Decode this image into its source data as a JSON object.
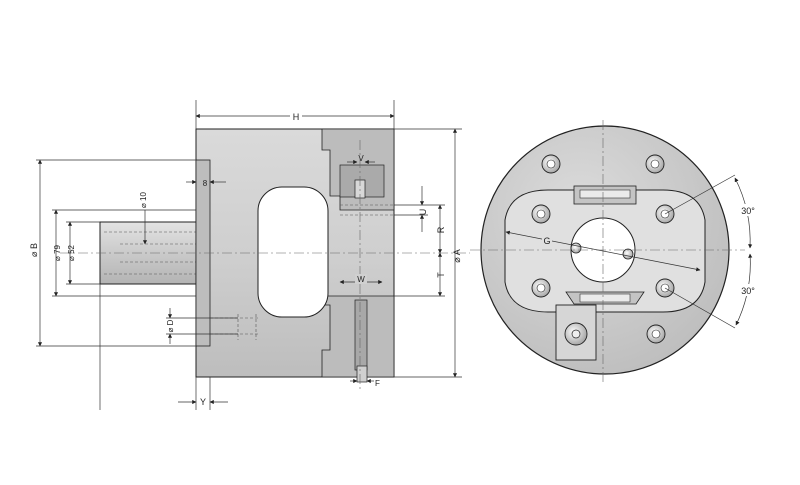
{
  "drawing": {
    "labels": {
      "H": "H",
      "V": "V",
      "U": "U",
      "R": "R",
      "T": "T",
      "W": "W",
      "F": "F",
      "Y": "Y",
      "B": "⌀ B",
      "A": "⌀ A",
      "d79": "⌀ 79",
      "d52": "⌀ 52",
      "d10": "⌀ 10",
      "D": "⌀ D",
      "eight": "8",
      "G": "G",
      "angle_top": "30°",
      "angle_bottom": "30°"
    },
    "colors": {
      "body": "#d0d0d0",
      "body_dark": "#a9a9a9",
      "pocket": "#ffffff",
      "line": "#222222"
    }
  }
}
